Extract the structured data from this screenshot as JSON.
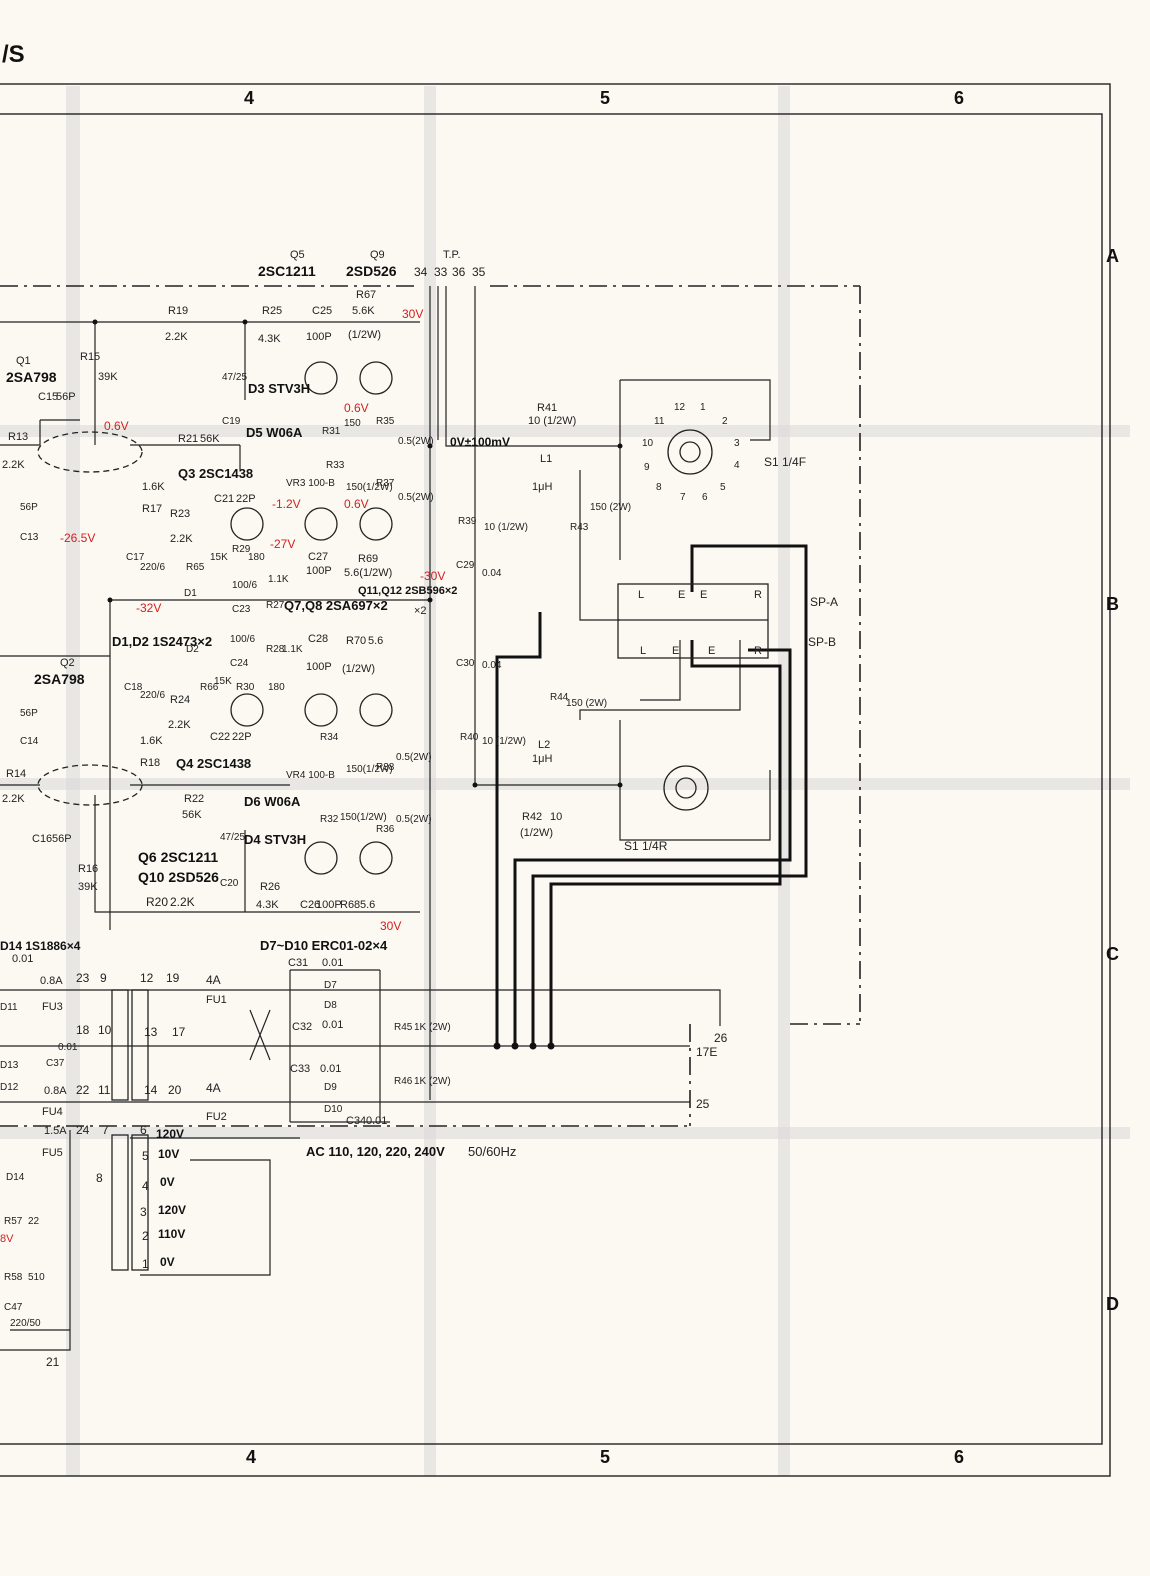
{
  "header": {
    "title_fragment": "/S"
  },
  "grid": {
    "columns": [
      "4",
      "5",
      "6"
    ],
    "rows": [
      "A",
      "B",
      "C",
      "D"
    ]
  },
  "transistors": {
    "q5_label": "Q5",
    "q5_part": "2SC1211",
    "q9_label": "Q9",
    "q9_part": "2SD526",
    "q1_label": "Q1",
    "q1_part": "2SA798",
    "q2_label": "Q2",
    "q2_part": "2SA798",
    "q3_text": "Q3 2SC1438",
    "q4_text": "Q4 2SC1438",
    "q7q8_text": "Q7,Q8 2SA697×2",
    "q11q12_text": "Q11,Q12 2SB596×2",
    "q6_text": "Q6 2SC1211",
    "q10_text": "Q10 2SD526",
    "node_labels": [
      "Q5",
      "Q9",
      "Q7",
      "Q11",
      "Q3",
      "Q8",
      "Q12",
      "Q4",
      "Q6",
      "Q10",
      "Q1",
      "Q2"
    ]
  },
  "test_points": {
    "label": "T.P.",
    "numbers": [
      "34",
      "33",
      "36",
      "35"
    ]
  },
  "resistors": [
    {
      "ref": "R19",
      "value": "2.2K"
    },
    {
      "ref": "R25",
      "value": "4.3K"
    },
    {
      "ref": "R67",
      "value": "5.6K",
      "note": "(1/2W)"
    },
    {
      "ref": "R15",
      "value": "39K"
    },
    {
      "ref": "R13",
      "value": "2.2K"
    },
    {
      "ref": "R21",
      "value": "56K"
    },
    {
      "ref": "R17",
      "value": "1.6K"
    },
    {
      "ref": "R23",
      "value": "2.2K"
    },
    {
      "ref": "R65",
      "value": "15K"
    },
    {
      "ref": "R29",
      "value": "180"
    },
    {
      "ref": "R27",
      "value": "1.1K"
    },
    {
      "ref": "R31",
      "value": "150"
    },
    {
      "ref": "R33",
      "value": "150(1/2W)"
    },
    {
      "ref": "R35",
      "value": "0.5(2W)"
    },
    {
      "ref": "R37",
      "value": "0.5(2W)"
    },
    {
      "ref": "R69",
      "value": "5.6(1/2W)"
    },
    {
      "ref": "R28",
      "value": "1.1K"
    },
    {
      "ref": "R70",
      "value": "5.6",
      "note": "(1/2W)"
    },
    {
      "ref": "R66",
      "value": "15K"
    },
    {
      "ref": "R30",
      "value": "180"
    },
    {
      "ref": "R24",
      "value": "2.2K"
    },
    {
      "ref": "R18",
      "value": "1.6K"
    },
    {
      "ref": "R14",
      "value": "2.2K"
    },
    {
      "ref": "R22",
      "value": "56K"
    },
    {
      "ref": "R34",
      "value": "150(1/2W)"
    },
    {
      "ref": "R38",
      "value": "0.5(2W)"
    },
    {
      "ref": "R32",
      "value": "150(1/2W)"
    },
    {
      "ref": "R36",
      "value": "0.5(2W)"
    },
    {
      "ref": "R16",
      "value": "39K"
    },
    {
      "ref": "R20",
      "value": "2.2K"
    },
    {
      "ref": "R26",
      "value": "4.3K"
    },
    {
      "ref": "R68",
      "value": "5.6"
    },
    {
      "ref": "R41",
      "value": "10 (1/2W)"
    },
    {
      "ref": "R39",
      "value": "10 (1/2W)"
    },
    {
      "ref": "R43",
      "value": "150 (2W)"
    },
    {
      "ref": "R44",
      "value": "150 (2W)"
    },
    {
      "ref": "R40",
      "value": "10 (1/2W)"
    },
    {
      "ref": "R42",
      "value": "10",
      "note": "(1/2W)"
    },
    {
      "ref": "R45",
      "value": "1K (2W)"
    },
    {
      "ref": "R46",
      "value": "1K (2W)"
    },
    {
      "ref": "R57",
      "value": "22"
    },
    {
      "ref": "R58",
      "value": "510"
    }
  ],
  "capacitors": [
    {
      "ref": "C25",
      "value": "100P"
    },
    {
      "ref": "C15",
      "value": "56P"
    },
    {
      "ref": "C13",
      "value": "56P"
    },
    {
      "ref": "C19",
      "value": "47/25"
    },
    {
      "ref": "C21",
      "value": "22P"
    },
    {
      "ref": "C17",
      "value": "220/6"
    },
    {
      "ref": "C23",
      "value": "100/6"
    },
    {
      "ref": "C27",
      "value": "100P"
    },
    {
      "ref": "C24",
      "value": "100/6"
    },
    {
      "ref": "C28",
      "value": "100P"
    },
    {
      "ref": "C18",
      "value": "220/6"
    },
    {
      "ref": "C14",
      "value": "56P"
    },
    {
      "ref": "C22",
      "value": "22P"
    },
    {
      "ref": "C16",
      "value": "56P"
    },
    {
      "ref": "C20",
      "value": "47/25"
    },
    {
      "ref": "C26",
      "value": "100P"
    },
    {
      "ref": "C29",
      "value": "0.04"
    },
    {
      "ref": "C30",
      "value": "0.04"
    },
    {
      "ref": "C31",
      "value": "0.01"
    },
    {
      "ref": "C32",
      "value": "0.01"
    },
    {
      "ref": "C33",
      "value": "0.01"
    },
    {
      "ref": "C34",
      "value": "0.01"
    },
    {
      "ref": "C37",
      "value": "0.01"
    },
    {
      "ref": "C47",
      "value": "220/50"
    }
  ],
  "diodes": {
    "d3": "D3 STV3H",
    "d5": "D5 W06A",
    "d6": "D6 W06A",
    "d4": "D4 STV3H",
    "d1d2": "D1,D2 1S2473×2",
    "d7d10": "D7~D10 ERC01-02×4",
    "d14": "D14 1S1886×4",
    "small": [
      "D1",
      "D2",
      "D7",
      "D8",
      "D9",
      "D10",
      "D11",
      "D12",
      "D13",
      "D14"
    ]
  },
  "voltages": {
    "v30_top": "30V",
    "v06_a": "0.6V",
    "v06_b": "0.6V",
    "v06_c": "0.6V",
    "v265": "-26.5V",
    "v12": "-1.2V",
    "v27": "-27V",
    "v30_neg": "-30V",
    "v32": "-32V",
    "v30_bot": "30V",
    "v8": "8V",
    "out_offset": "0V±100mV"
  },
  "vr": {
    "vr3": "VR3 100-B",
    "vr4": "VR4 100-B"
  },
  "inductors": {
    "l1_ref": "L1",
    "l1_val": "1μH",
    "l2_ref": "L2",
    "l2_val": "1μH"
  },
  "fuses": [
    {
      "ref": "FU1",
      "value": "4A"
    },
    {
      "ref": "FU2",
      "value": "4A"
    },
    {
      "ref": "FU3",
      "value": "0.8A"
    },
    {
      "ref": "FU4",
      "value": "0.8A"
    },
    {
      "ref": "FU5",
      "value": "1.5A"
    }
  ],
  "switch": {
    "top": "S1 1/4F",
    "bottom": "S1 1/4R",
    "pins": [
      "1",
      "2",
      "3",
      "4",
      "5",
      "6",
      "7",
      "8",
      "9",
      "10",
      "11",
      "12"
    ]
  },
  "speaker": {
    "sp_a": "SP-A",
    "sp_b": "SP-B",
    "l": "L",
    "e": "E",
    "r": "R"
  },
  "transformer": {
    "taps": [
      "6",
      "5",
      "4",
      "3",
      "2",
      "1"
    ],
    "tap_labels": [
      "120V",
      "10V",
      "0V",
      "120V",
      "110V",
      "0V"
    ],
    "pins": [
      "23",
      "9",
      "18",
      "10",
      "22",
      "11",
      "24",
      "7",
      "12",
      "19",
      "13",
      "17",
      "14",
      "20",
      "8"
    ],
    "ac_label": "AC 110, 120, 220, 240V",
    "freq": "50/60Hz"
  },
  "terminals": {
    "t26": "26",
    "t17": "17E",
    "t25": "25",
    "t21": "21"
  },
  "misc": {
    "x2": "×2",
    "c_label_001": "0.01"
  }
}
